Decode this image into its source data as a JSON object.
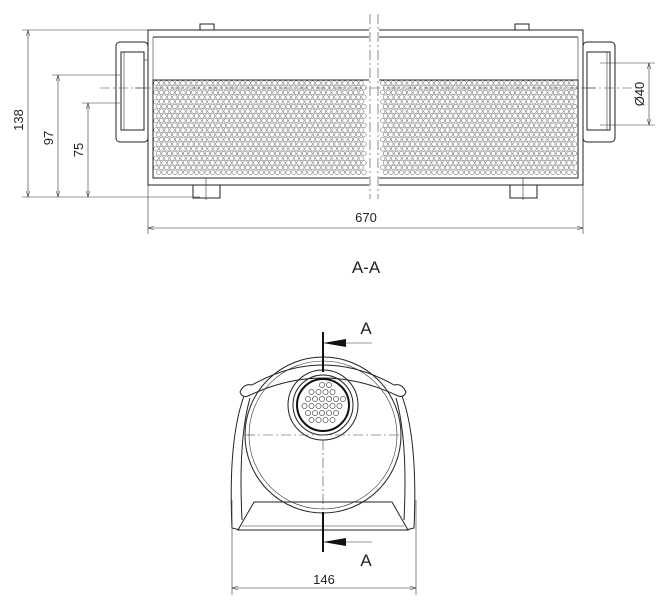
{
  "side_view": {
    "dimensions": {
      "overall_height": "138",
      "inlet_center_height": "97",
      "outlet_height": "75",
      "length": "670",
      "port_diameter": "Ø40"
    }
  },
  "section_title": "A-A",
  "front_view": {
    "section_mark_top": "A",
    "section_mark_bottom": "A",
    "width": "146"
  },
  "colors": {
    "line": "#222222",
    "background": "#ffffff"
  }
}
